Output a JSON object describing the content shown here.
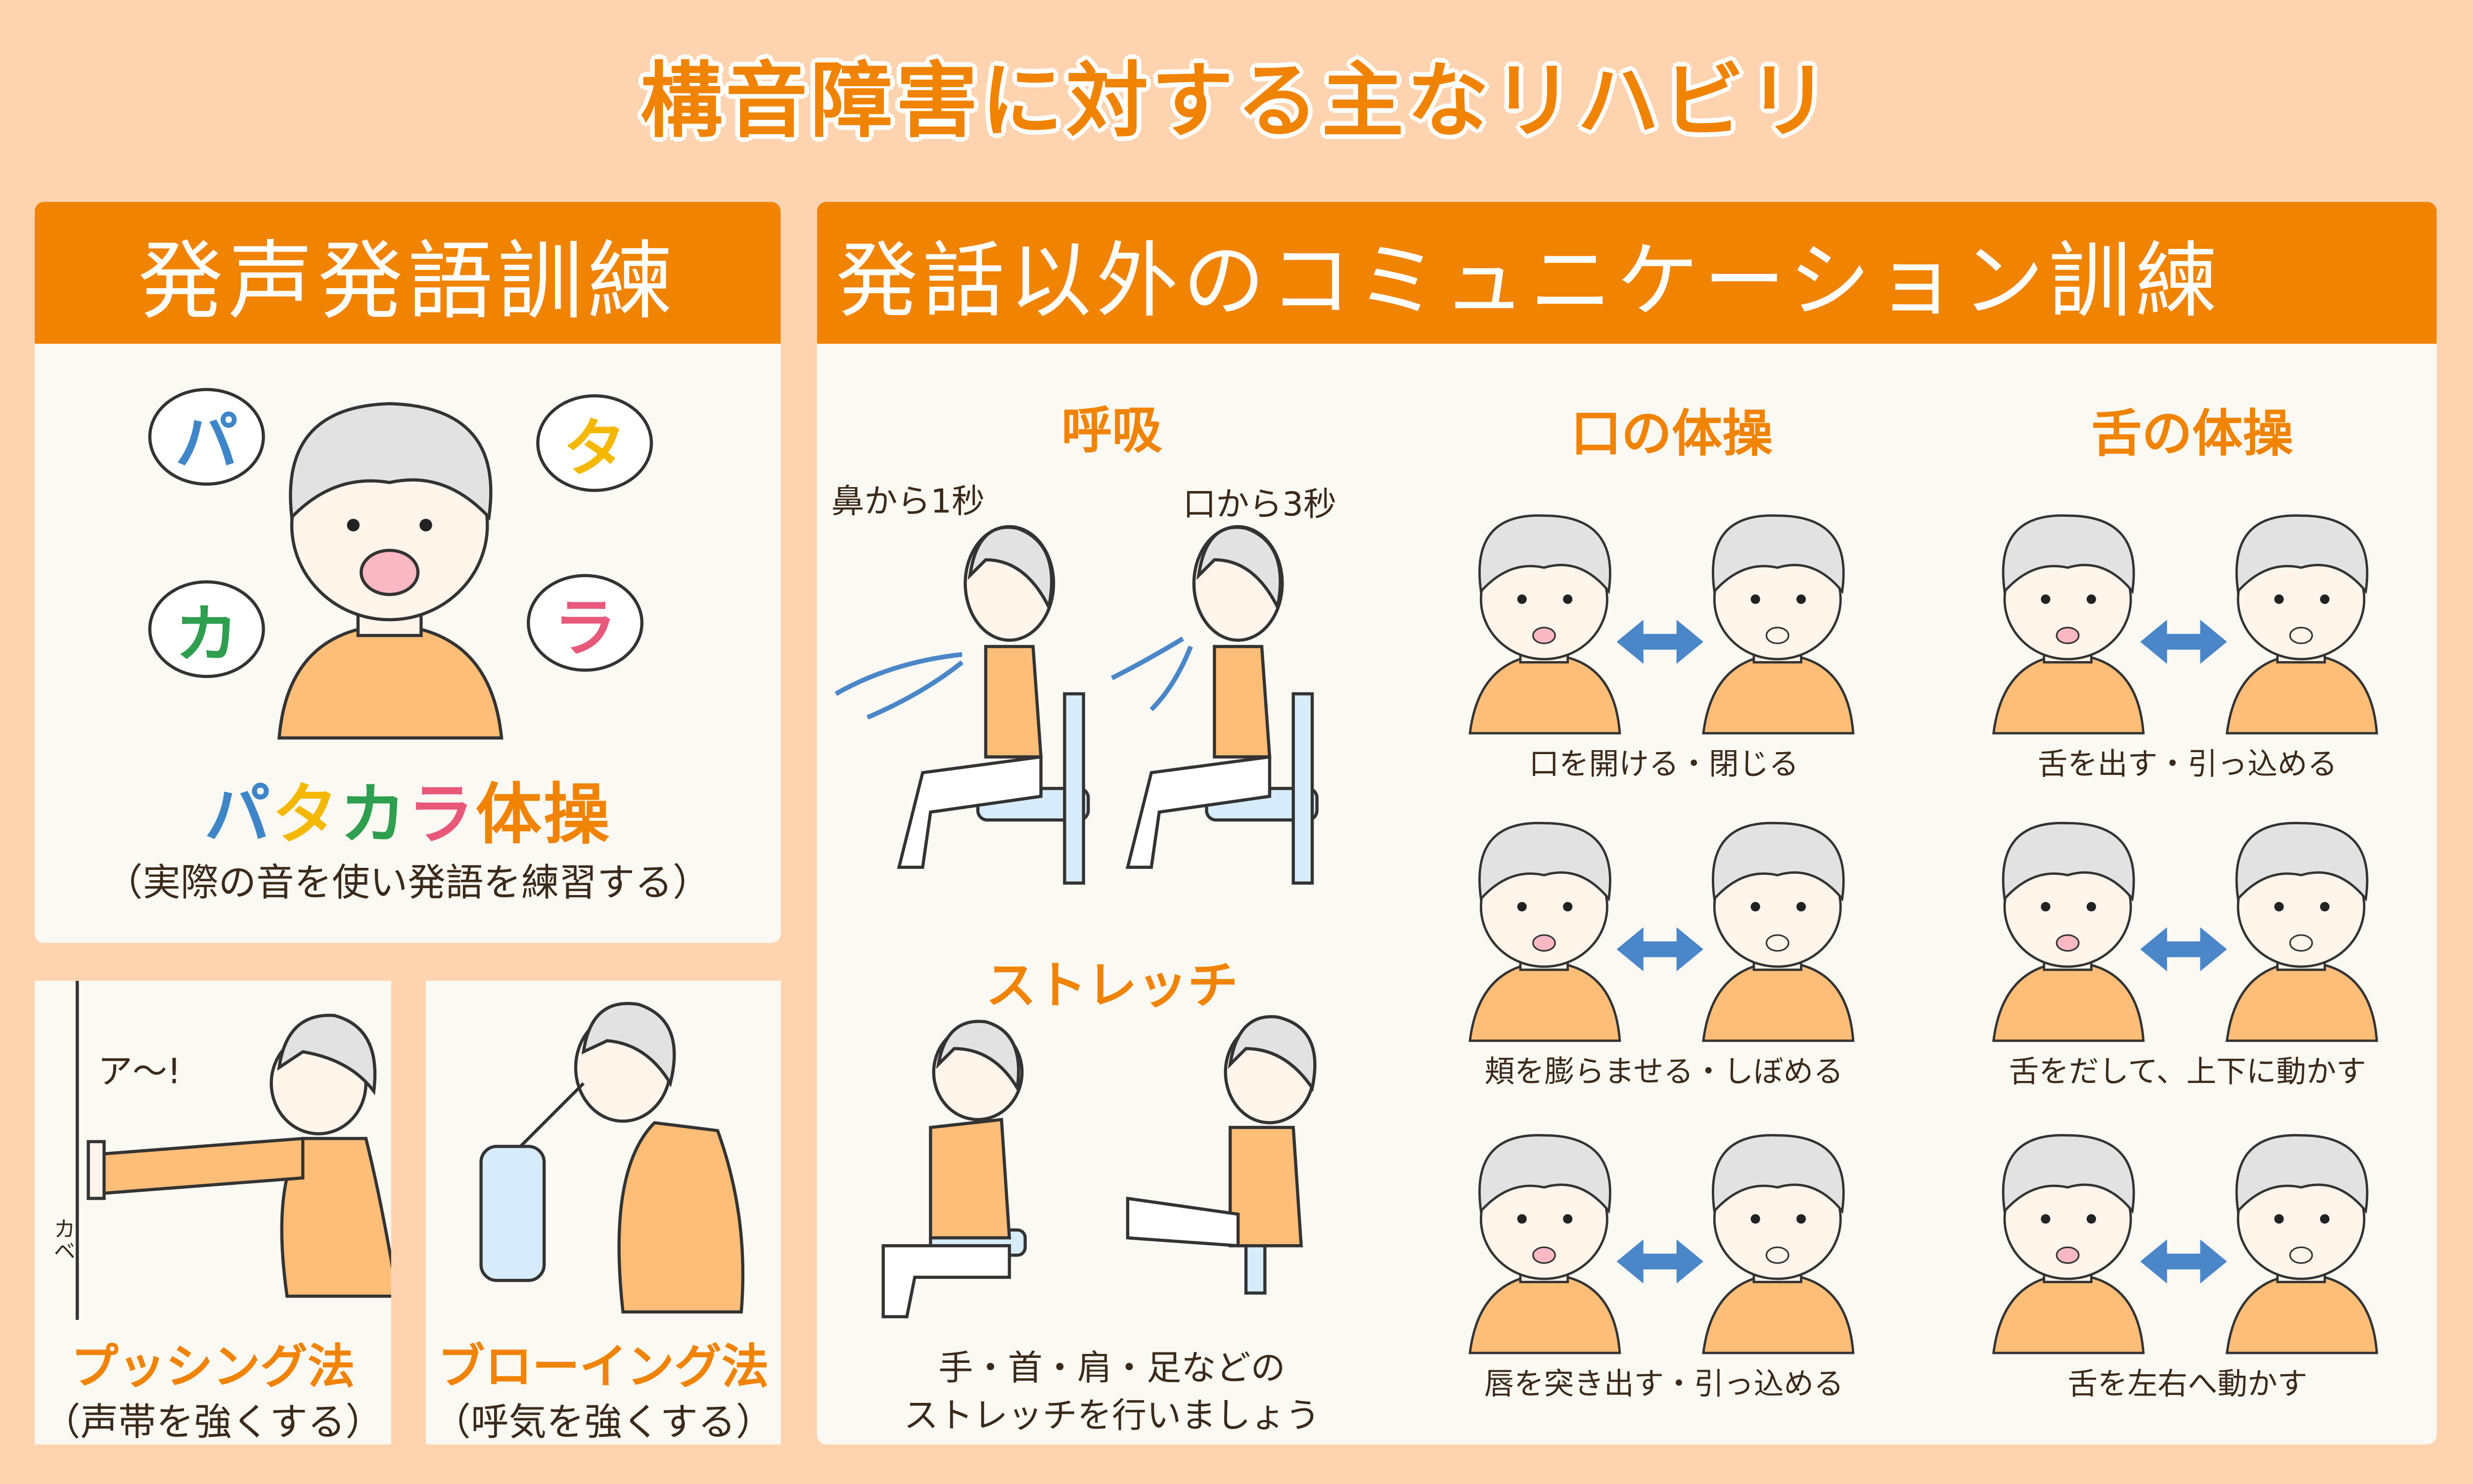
{
  "title": "構音障害に対する主なリハビリ",
  "left_panel": {
    "header": "発声発語訓練",
    "bubbles": [
      {
        "char": "パ",
        "color": "#3E86C8"
      },
      {
        "char": "タ",
        "color": "#F5B800"
      },
      {
        "char": "カ",
        "color": "#2E9E4F"
      },
      {
        "char": "ラ",
        "color": "#E8587A"
      }
    ],
    "exercise_name": [
      "パ",
      "タ",
      "カ",
      "ラ",
      "体操"
    ],
    "exercise_colors": [
      "#3E86C8",
      "#F5B800",
      "#2E9E4F",
      "#E8587A",
      "#F08300"
    ],
    "exercise_desc": "（実際の音を使い発語を練習する）"
  },
  "pushing": {
    "wall_text": "カベ",
    "voice": "ア〜!",
    "name": "プッシング法",
    "desc": "（声帯を強くする）"
  },
  "blowing": {
    "name": "ブローイング法",
    "desc": "（呼気を強くする）"
  },
  "right_panel": {
    "header": "発話以外のコミュニケーション訓練",
    "breathing": {
      "title": "呼吸",
      "inhale": "鼻から1秒",
      "exhale": "口から3秒"
    },
    "stretch": {
      "title": "ストレッチ",
      "desc_line1": "手・首・肩・足などの",
      "desc_line2": "ストレッチを行いましょう"
    },
    "mouth": {
      "title": "口の体操",
      "items": [
        "口を開ける・閉じる",
        "頬を膨らませる・しぼめる",
        "唇を突き出す・引っ込める"
      ]
    },
    "tongue": {
      "title": "舌の体操",
      "items": [
        "舌を出す・引っ込める",
        "舌をだして、上下に動かす",
        "舌を左右へ動かす"
      ]
    }
  },
  "colors": {
    "background": "#FED3B0",
    "accent": "#F08300",
    "panel": "#FBF9F3",
    "arrow": "#4A86C8",
    "shirt": "#FFBE78",
    "hair": "#E2E2E2",
    "skin": "#FFF5EA"
  }
}
